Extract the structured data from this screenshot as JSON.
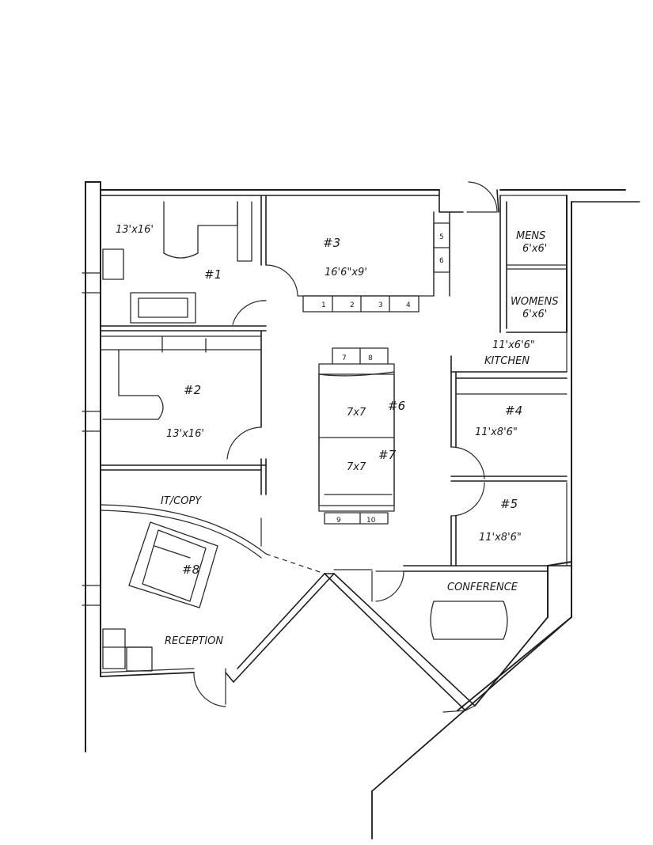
{
  "rooms": {
    "office1": {
      "size": "13'x16'",
      "number": "#1"
    },
    "office2": {
      "number": "#2",
      "size": "13'x16'"
    },
    "office3": {
      "number": "#3",
      "size": "16'6\"x9'"
    },
    "office4": {
      "number": "#4",
      "size": "11'x8'6\""
    },
    "office5": {
      "number": "#5",
      "size": "11'x8'6\""
    },
    "office6": {
      "size": "7x7",
      "number": "#6"
    },
    "office7": {
      "size": "7x7",
      "number": "#7"
    },
    "office8": {
      "number": "#8"
    },
    "mens": {
      "label": "MENS",
      "size": "6'x6'"
    },
    "womens": {
      "label": "WOMENS",
      "size": "6'x6'"
    },
    "kitchen": {
      "size": "11'x6'6\"",
      "label": "KITCHEN"
    },
    "it_copy": {
      "label": "IT/COPY"
    },
    "reception": {
      "label": "RECEPTION"
    },
    "conference": {
      "label": "CONFERENCE"
    }
  },
  "cabinets_row": [
    "1",
    "2",
    "3",
    "4"
  ],
  "cabinets_side": [
    "5",
    "6"
  ],
  "cabinets_top": [
    "7",
    "8"
  ],
  "cabinets_bottom": [
    "9",
    "10"
  ]
}
